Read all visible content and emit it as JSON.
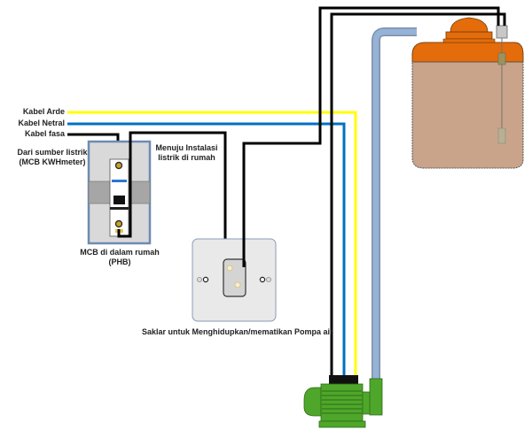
{
  "labels": {
    "earth_cable": "Kabel Arde",
    "neutral_cable": "Kabel Netral",
    "phase_cable": "Kabel fasa",
    "source_line1": "Dari sumber listrik",
    "source_line2": "(MCB KWHmeter)",
    "to_house_line1": "Menuju Instalasi",
    "to_house_line2": "listrik di rumah",
    "mcb_line1": "MCB di dalam rumah",
    "mcb_line2": "(PHB)",
    "switch_caption": "Saklar untuk Menghidupkan/mematikan Pompa air"
  },
  "colors": {
    "earth": "#ffff00",
    "neutral": "#0070c0",
    "phase": "#000000",
    "water_pipe": "#95b3d7",
    "tank_lid": "#e46c0a",
    "tank_body": "#c9a48a",
    "pump": "#4ea72a",
    "panel": "#d9d9d9"
  }
}
